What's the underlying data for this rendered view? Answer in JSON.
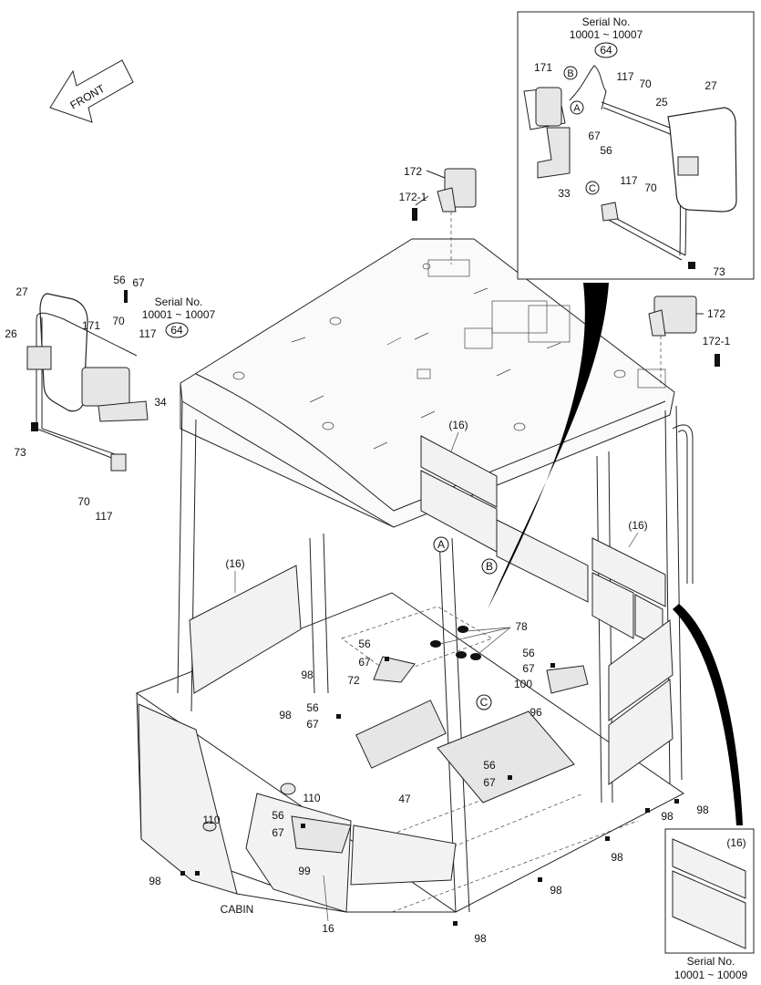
{
  "labels": {
    "front": "FRONT",
    "cabin": "CABIN",
    "inset_top": {
      "serial_title": "Serial No.",
      "serial_range": "10001 ~ 10007",
      "parts": [
        "64",
        "171",
        "B",
        "117",
        "70",
        "25",
        "27",
        "A",
        "67",
        "56",
        "33",
        "C",
        "117",
        "70",
        "73"
      ]
    },
    "lamp_right": [
      "172",
      "172-1"
    ],
    "lamp_top": [
      "172",
      "172-1"
    ],
    "mirror_left": {
      "serial_title": "Serial No.",
      "serial_range": "10001 ~ 10007",
      "parts": [
        "56",
        "67",
        "27",
        "26",
        "70",
        "117",
        "171",
        "64",
        "34",
        "73",
        "70",
        "117"
      ]
    },
    "panels": [
      "(16)",
      "(16)",
      "(16)",
      "(16)",
      "16"
    ],
    "floor_parts": [
      "78",
      "56",
      "67",
      "98",
      "72",
      "100",
      "C",
      "56",
      "67",
      "98",
      "96",
      "56",
      "67",
      "110",
      "47",
      "110",
      "56",
      "67",
      "99",
      "98",
      "98",
      "98",
      "98",
      "98",
      "A",
      "B"
    ],
    "inset_bottom": {
      "panel": "(16)",
      "serial_title": "Serial No.",
      "serial_range": "10001 ~ 10009"
    }
  }
}
